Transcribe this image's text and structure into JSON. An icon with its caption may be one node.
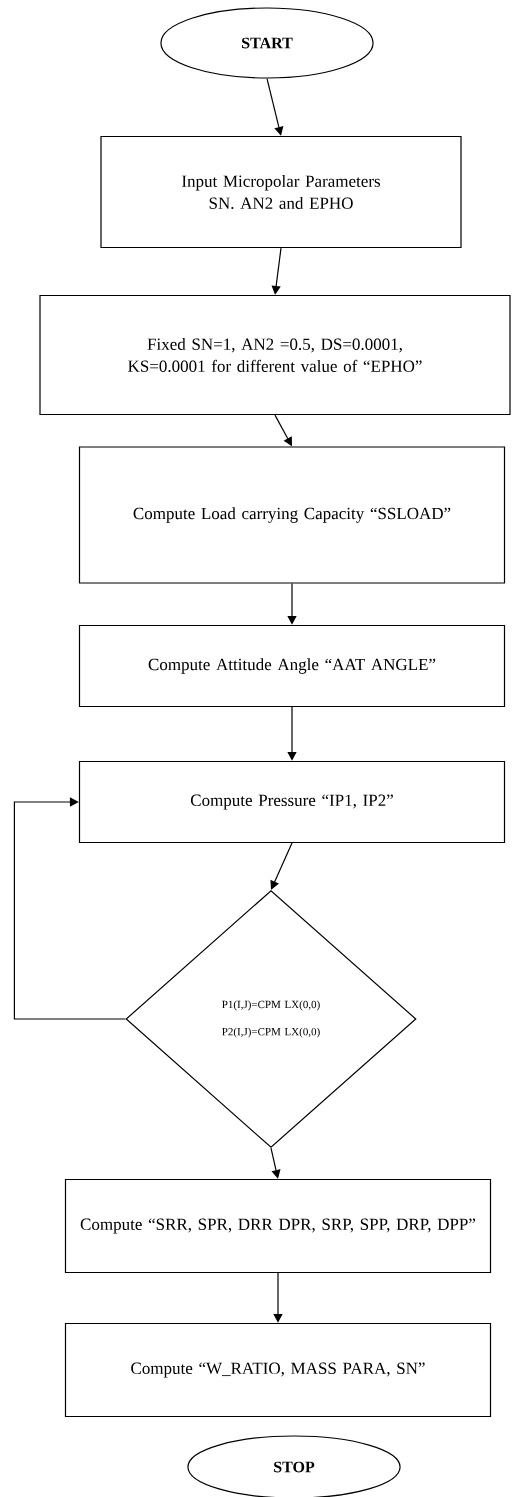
{
  "diagram": {
    "nodes": [
      {
        "text": [
          "START"
        ]
      },
      {
        "text": [
          "Input Micropolar Parameters SN. AN2 and EPHO"
        ]
      },
      {
        "text": [
          "Fixed SN=1, AN2 =0.5, DS=0.0001, KS=0.0001 for different value of “EPHO”"
        ]
      },
      {
        "text": [
          "Compute Load carrying Capacity “SSLOAD”"
        ]
      },
      {
        "text": [
          "Compute Attitude Angle “AAT ANGLE”"
        ]
      },
      {
        "text": [
          "Compute Pressure “IP1, IP2”"
        ]
      },
      {
        "text": [
          "P1(I,J)=CPM LX(0,0)",
          "P2(I,J)=CPM LX(0,0)"
        ]
      },
      {
        "text": [
          "Compute “SRR, SPR, DRR DPR, SRP, SPP, DRP, DPP”"
        ]
      },
      {
        "text": [
          "Compute “W_RATIO, MASS PARA, SN”"
        ]
      },
      {
        "text": [
          "STOP"
        ]
      }
    ],
    "edges": [
      {
        "from": 0,
        "to": 1,
        "arrow": "to"
      },
      {
        "from": 1,
        "to": 2,
        "arrow": "to"
      },
      {
        "from": 2,
        "to": 3,
        "arrow": "to"
      },
      {
        "from": 3,
        "to": 4,
        "arrow": "to"
      },
      {
        "from": 4,
        "to": 5,
        "arrow": "to"
      },
      {
        "from": 5,
        "to": 6,
        "arrow": "to"
      },
      {
        "from": 6,
        "to": 5,
        "arrow": "to"
      },
      {
        "from": 6,
        "to": 7,
        "arrow": "to"
      },
      {
        "from": 7,
        "to": 8,
        "arrow": "to"
      }
    ]
  }
}
